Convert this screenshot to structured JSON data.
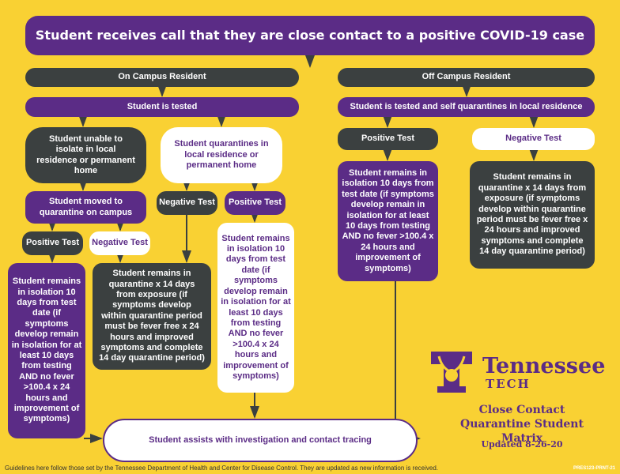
{
  "title": "Student receives call that they are close contact to a positive COVID-19 case",
  "on_campus": {
    "label": "On Campus Resident",
    "tested": "Student is tested",
    "unable": "Student unable to isolate in local residence or permanent home",
    "quarantines": "Student quarantines in local residence or permanent home",
    "moved": "Student moved to quarantine on campus",
    "neg1": "Negative Test",
    "pos1": "Positive Test",
    "pos2": "Positive Test",
    "neg2": "Negative Test",
    "iso_left": "Student remains in isolation 10 days from test date (if symptoms develop remain in isolation for at least 10 days from testing AND no fever >100.4 x 24 hours and improvement of symptoms)",
    "quar_mid": "Student remains in quarantine x 14 days from exposure (if symptoms develop within quarantine period must be fever free x 24 hours and improved symptoms and complete 14 day quarantine period)",
    "iso_white": "Student remains in isolation 10 days from test date (if symptoms develop remain in isolation for at least 10 days from testing AND no fever >100.4 x 24 hours and improvement of symptoms)"
  },
  "off_campus": {
    "label": "Off Campus Resident",
    "tested": "Student is tested and self quarantines in local residence",
    "pos": "Positive Test",
    "neg": "Negative Test",
    "iso": "Student remains in isolation 10 days from test date (if symptoms develop remain in isolation for at least 10 days from testing AND no fever >100.4 x 24 hours and improvement of symptoms)",
    "quar": "Student remains in quarantine x 14 days from exposure (if symptoms develop within quarantine period must be fever free x 24 hours and improved symptoms and complete 14 day quarantine period)"
  },
  "final": "Student assists with investigation and contact tracing",
  "brand": {
    "name": "Tennessee",
    "sub": "TECH"
  },
  "matrix_title": "Close Contact Quarantine Student Matrix",
  "updated": "Updated 8-26-20",
  "footer": "Guidelines here follow those set by the Tennessee Department of Health and Center for Disease Control. They are updated as new information is received.",
  "code": "PRES123-PRNT-21",
  "colors": {
    "bg": "#F9D133",
    "purple": "#5B2C86",
    "dark": "#3B4040"
  }
}
